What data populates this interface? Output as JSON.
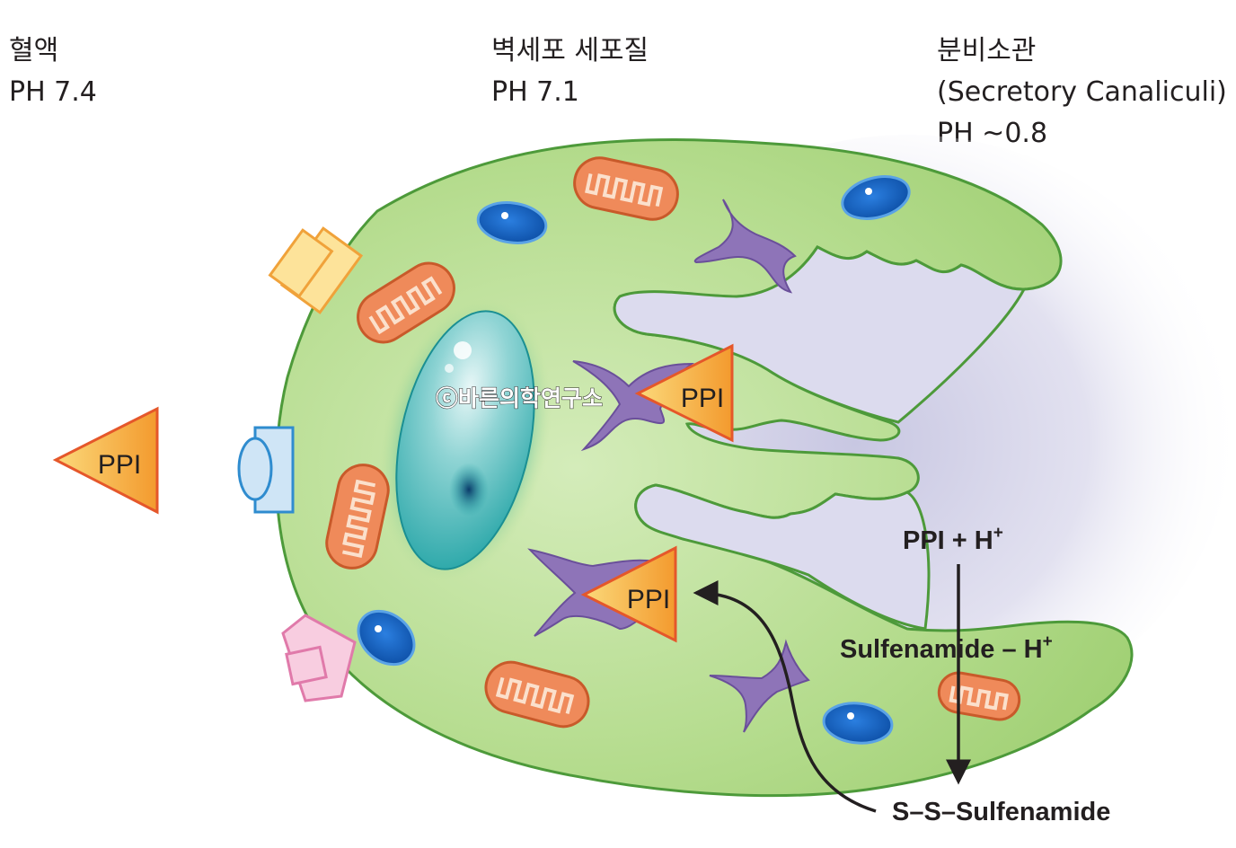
{
  "regions": {
    "blood": {
      "name": "혈액",
      "ph": "PH 7.4"
    },
    "cytoplasm": {
      "name": "벽세포 세포질",
      "ph": "PH 7.1"
    },
    "canaliculi": {
      "name": "분비소관",
      "subtitle": "(Secretory Canaliculi)",
      "ph": "PH ~0.8"
    }
  },
  "drug": {
    "label": "PPI"
  },
  "watermark": "ⓒ바른의학연구소",
  "reaction": {
    "step1": "PPI + H",
    "step1_sup": "+",
    "step2": "Sulfenamide – H",
    "step2_sup": "+",
    "step3": "S–S–Sulfenamide"
  },
  "colors": {
    "cell_fill": "#a6d47a",
    "cell_stroke": "#4d9a3a",
    "lumen": "#d9d8ec",
    "nucleus": "#2aa7a8",
    "mitochondria": "#ef8a5a",
    "vesicle": "#1a6fc7",
    "proton_pump": "#8e74b8",
    "ppi_triangle": "#f7a23c",
    "ppi_stroke": "#e5572a",
    "arrow": "#231f20"
  }
}
